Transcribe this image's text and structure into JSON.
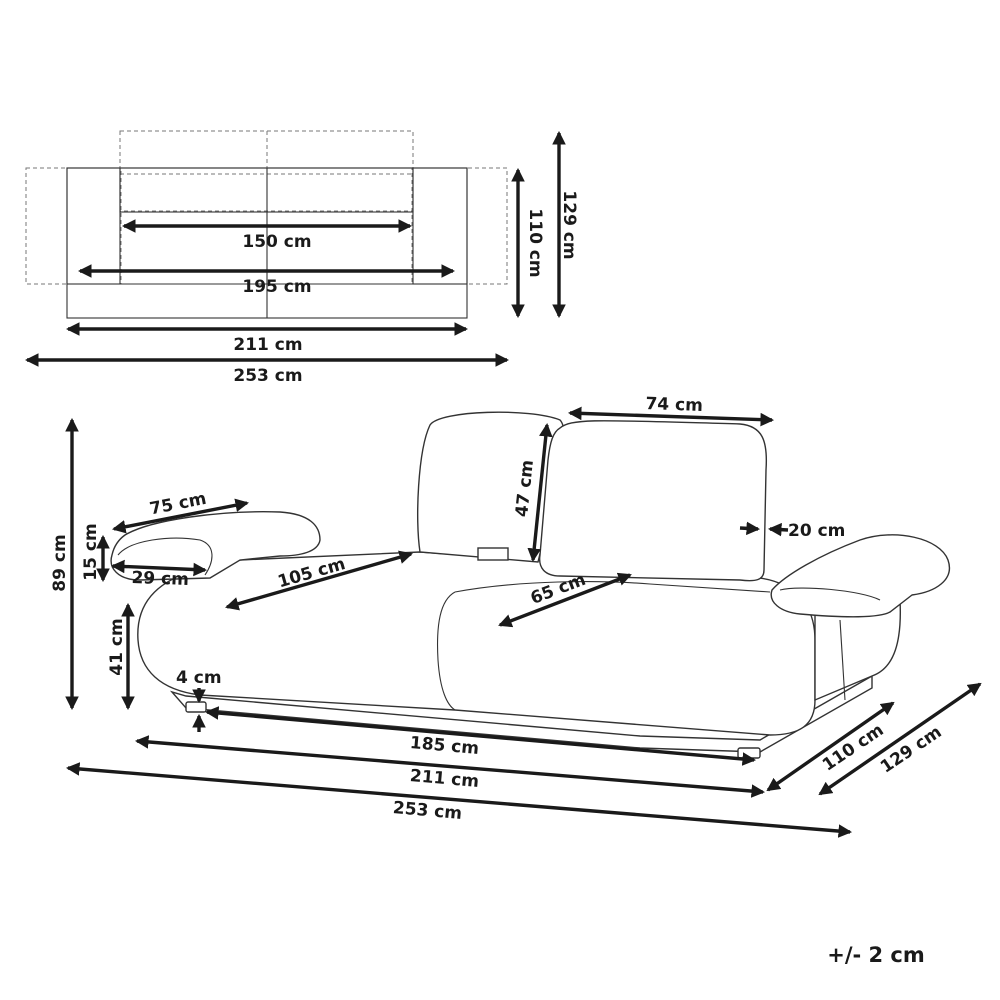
{
  "colors": {
    "line": "#1a1a1a",
    "outline": "#333333",
    "dashed": "#777777",
    "background": "#ffffff"
  },
  "top_view": {
    "width_inner": "150 cm",
    "width_seat": "195 cm",
    "width_frame": "211 cm",
    "width_total": "253 cm",
    "depth_frame": "110 cm",
    "depth_total": "129 cm"
  },
  "side_view": {
    "backrest_width": "74 cm",
    "backrest_height": "47 cm",
    "backrest_thickness": "20 cm",
    "armrest_length": "75 cm",
    "armrest_height": "15 cm",
    "armrest_depth": "29 cm",
    "seat_length": "105 cm",
    "seat_depth": "65 cm",
    "total_height": "89 cm",
    "seat_height": "41 cm",
    "feet_height": "4 cm",
    "base_width": "185 cm",
    "frame_width": "211 cm",
    "total_width": "253 cm",
    "frame_depth": "110 cm",
    "total_depth": "129 cm"
  },
  "tolerance": "+/- 2 cm"
}
